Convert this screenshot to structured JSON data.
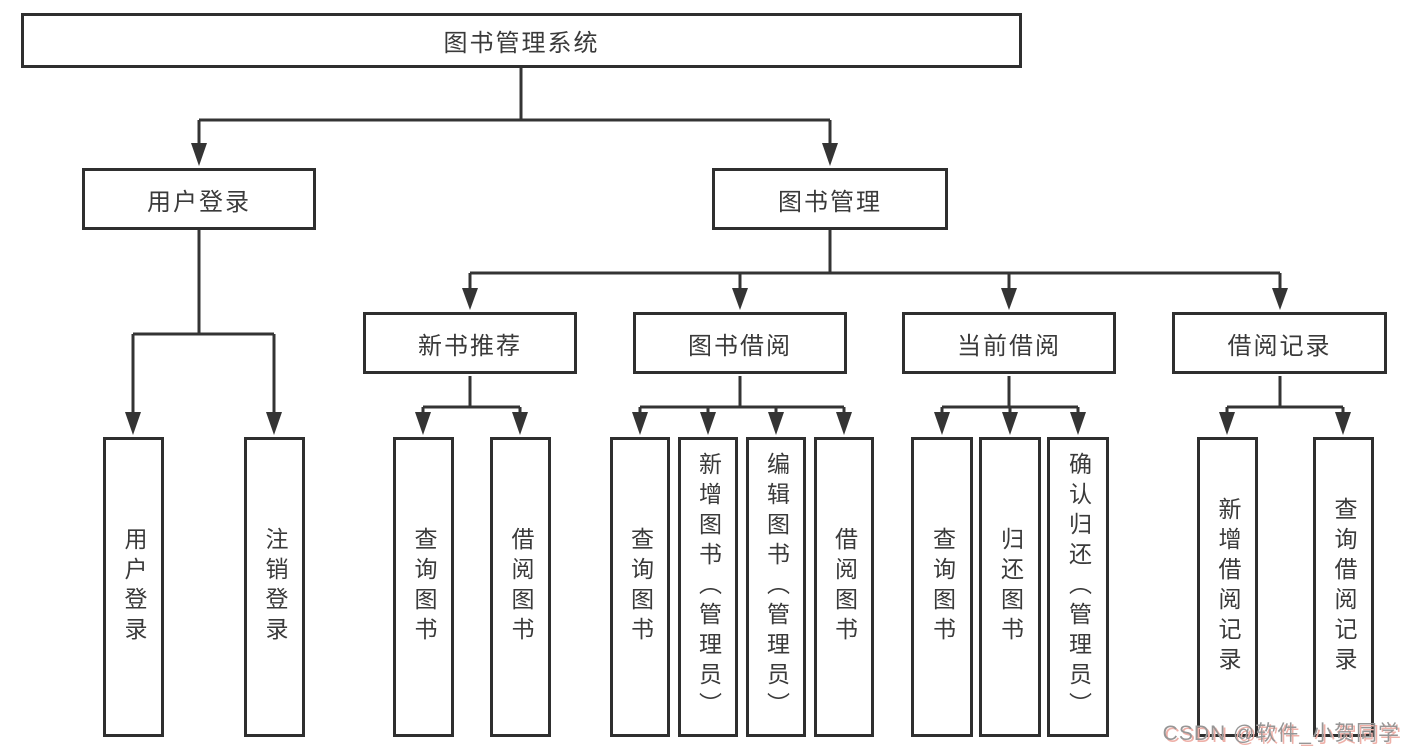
{
  "tree": {
    "root": {
      "label": "图书管理系统"
    },
    "branches": [
      {
        "label": "用户登录",
        "children": [
          "用户登录",
          "注销登录"
        ]
      },
      {
        "label": "图书管理"
      }
    ],
    "modules": [
      {
        "label": "新书推荐",
        "children": [
          "查询图书",
          "借阅图书"
        ]
      },
      {
        "label": "图书借阅",
        "children": [
          "查询图书",
          "新增图书（管理员）",
          "编辑图书（管理员）",
          "借阅图书"
        ]
      },
      {
        "label": "当前借阅",
        "children": [
          "查询图书",
          "归还图书",
          "确认归还（管理员）"
        ]
      },
      {
        "label": "借阅记录",
        "children": [
          "新增借阅记录",
          "查询借阅记录"
        ]
      }
    ]
  },
  "watermark": {
    "text": "CSDN @软件_小贺同学"
  },
  "colors": {
    "line": "#343434",
    "box_border": "#2f2f2f",
    "text": "#3a3a3a",
    "bg": "#ffffff",
    "wm_text": "#969696",
    "wm_shadow": "#eeb0a8"
  }
}
